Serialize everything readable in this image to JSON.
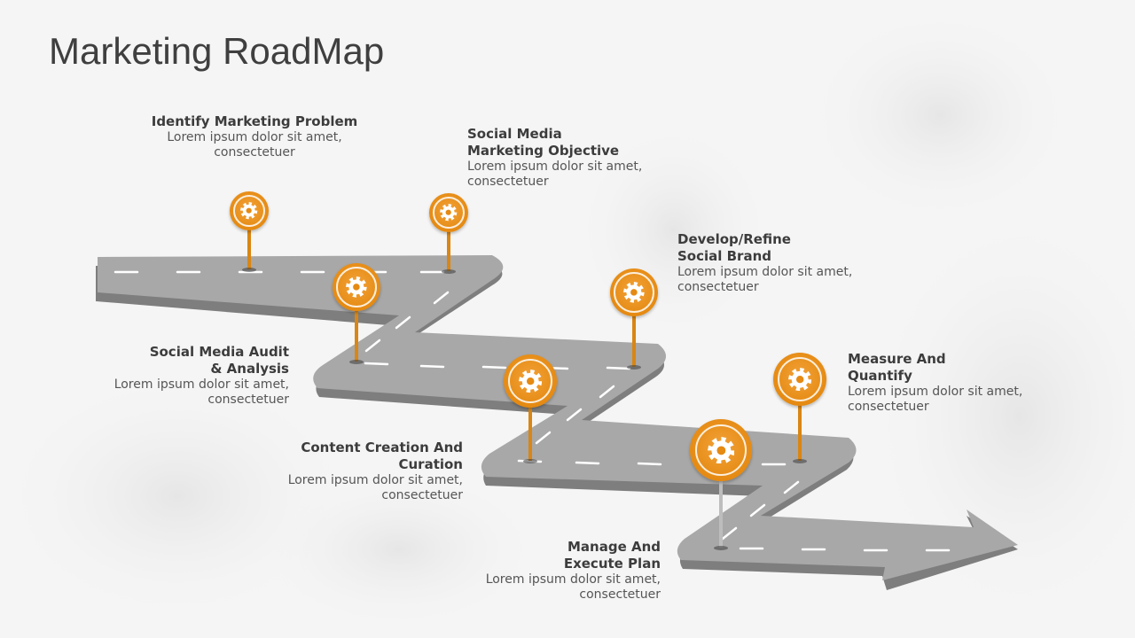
{
  "title": "Marketing RoadMap",
  "colors": {
    "accent": "#E58A12",
    "road": "#A7A7A7",
    "road_edge": "#7E7E7E",
    "text": "#3F3F3F"
  },
  "icon": "gear-icon",
  "milestones": [
    {
      "heading": "Identify Marketing Problem",
      "description": "Lorem ipsum dolor sit amet, consectetuer"
    },
    {
      "heading": "Social Media Marketing Objective",
      "description": "Lorem ipsum dolor sit amet, consectetuer"
    },
    {
      "heading": "Social Media Audit & Analysis",
      "description": "Lorem ipsum dolor sit amet, consectetuer"
    },
    {
      "heading": "Develop/Refine Social Brand",
      "description": "Lorem ipsum dolor sit amet, consectetuer"
    },
    {
      "heading": "Content Creation And Curation",
      "description": "Lorem ipsum dolor sit amet, consectetuer"
    },
    {
      "heading": "Measure And Quantify",
      "description": "Lorem ipsum dolor sit amet, consectetuer"
    },
    {
      "heading": "Manage And Execute Plan",
      "description": "Lorem ipsum dolor sit amet, consectetuer"
    }
  ]
}
